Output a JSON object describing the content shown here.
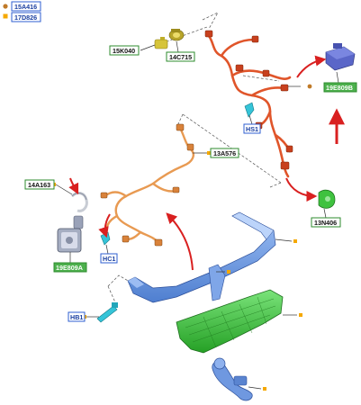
{
  "legend": [
    {
      "code": "15A416",
      "color": "#1a64c8",
      "marker": "dot-marker"
    },
    {
      "code": "17D826",
      "color": "#f5a800",
      "marker": "square-marker"
    }
  ],
  "callouts": {
    "c15K040": "15K040",
    "c14C715": "14C715",
    "c19E809B": "19E809B",
    "cHS1": "HS1",
    "c13A576": "13A576",
    "c14A163": "14A163",
    "c13N406": "13N406",
    "cHC1": "HC1",
    "c19E809A": "19E809A",
    "cHB1": "HB1"
  },
  "colors": {
    "blue_label_border": "#2f5fd0",
    "green_label_border": "#2e8b2e",
    "wire_harness_red": "#e0552a",
    "wire_harness_orange": "#e89a52",
    "tow_bar_blue": "#6f98e0",
    "under_tray_green": "#3fc23f",
    "arrow_red": "#d92020",
    "leader_orange": "#c07a28"
  },
  "icons": [
    "connector-icon",
    "bracket-icon",
    "bolt-icon",
    "clip-icon",
    "module-icon",
    "socket-icon",
    "tow-ball-icon"
  ]
}
